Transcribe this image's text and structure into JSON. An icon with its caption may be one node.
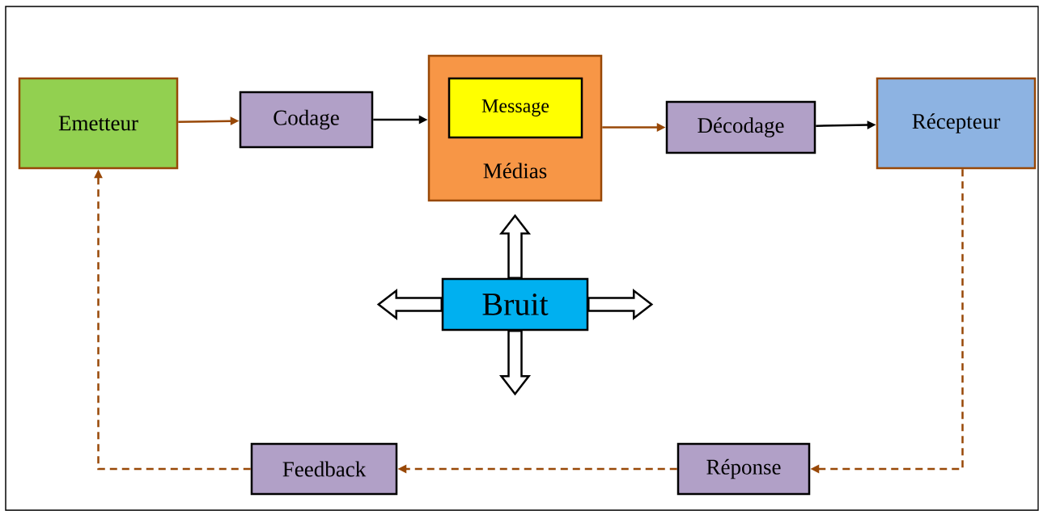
{
  "diagram": {
    "nodes": [
      {
        "text": [
          "Emetteur"
        ]
      },
      {
        "text": [
          "Codage"
        ]
      },
      {
        "text": [
          "Médias"
        ]
      },
      {
        "text": [
          "Message"
        ],
        "in": 2
      },
      {
        "text": [
          "Décodage"
        ]
      },
      {
        "text": [
          "Récepteur"
        ]
      },
      {
        "text": [
          "Bruit"
        ]
      },
      {
        "text": [
          "Réponse"
        ]
      },
      {
        "text": [
          "Feedback"
        ]
      }
    ],
    "edges": [
      {
        "from": 0,
        "to": 1,
        "arrow": "to",
        "color": "#984807"
      },
      {
        "from": 1,
        "to": 2,
        "arrow": "to",
        "color": "#000000"
      },
      {
        "from": 2,
        "to": 4,
        "arrow": "to",
        "color": "#984807"
      },
      {
        "from": 4,
        "to": 5,
        "arrow": "to",
        "color": "#000000"
      },
      {
        "from": 5,
        "to": 7,
        "arrow": "to",
        "style": "dashed",
        "color": "#984807"
      },
      {
        "from": 7,
        "to": 8,
        "arrow": "to",
        "style": "dashed",
        "color": "#984807"
      },
      {
        "from": 8,
        "to": 0,
        "arrow": "to",
        "style": "dashed",
        "color": "#984807"
      },
      {
        "from": 6,
        "to": 2,
        "arrow": "to",
        "style": "thick",
        "color": "#000000"
      },
      {
        "from": 6,
        "to": null,
        "arrow": "to",
        "style": "thick",
        "color": "#000000"
      },
      {
        "from": 6,
        "to": null,
        "arrow": "to",
        "style": "thick",
        "color": "#000000"
      },
      {
        "from": 6,
        "to": null,
        "arrow": "to",
        "style": "thick",
        "color": "#000000"
      }
    ]
  }
}
